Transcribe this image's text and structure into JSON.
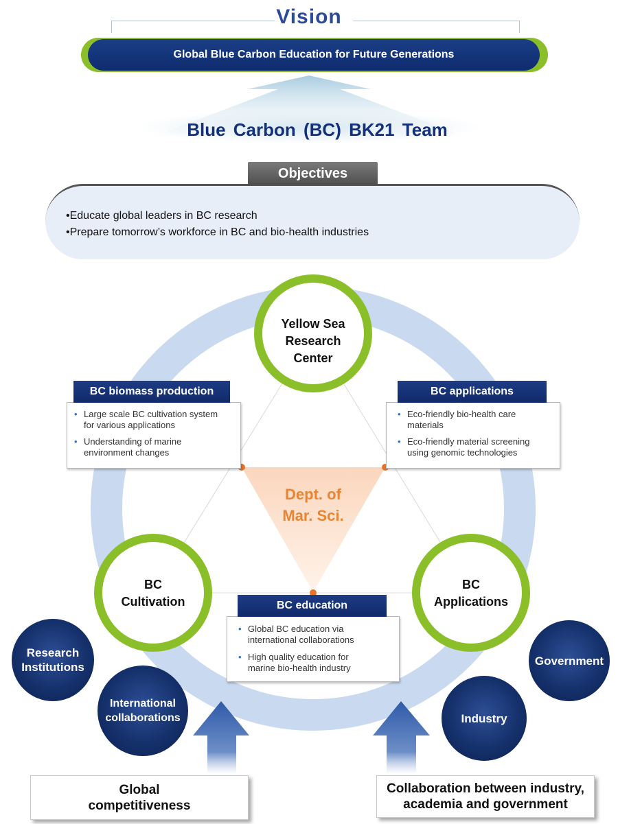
{
  "vision": {
    "title": "Vision",
    "statement": "Global Blue Carbon Education for Future Generations"
  },
  "team": {
    "name": "Blue Carbon (BC) BK21 Team"
  },
  "objectives": {
    "tab_label": "Objectives",
    "items": [
      "•Educate global leaders in BC research",
      "•Prepare tomorrow’s workforce in BC and bio-health industries"
    ]
  },
  "hubs": {
    "top": [
      "Yellow Sea",
      "Research",
      "Center"
    ],
    "left": [
      "BC",
      "Cultivation"
    ],
    "right": [
      "BC",
      "Applications"
    ]
  },
  "center": {
    "label_lines": [
      "Dept. of",
      "Mar. Sci."
    ]
  },
  "sections": {
    "biomass": {
      "header": "BC biomass production",
      "bullets": [
        [
          "Large scale BC cultivation system",
          "for various applications"
        ],
        [
          "Understanding of marine",
          "environment changes"
        ]
      ]
    },
    "applications": {
      "header": "BC applications",
      "bullets": [
        [
          "Eco-friendly bio-health care",
          "materials"
        ],
        [
          "Eco-friendly material screening",
          "using genomic technologies"
        ]
      ]
    },
    "education": {
      "header": "BC education",
      "bullets": [
        [
          "Global BC education via",
          "international collaborations"
        ],
        [
          "High quality education for",
          "marine bio-health industry"
        ]
      ]
    }
  },
  "partners": {
    "research_institutions": [
      "Research",
      "Institutions"
    ],
    "international_collaborations": [
      "International",
      "collaborations"
    ],
    "industry": [
      "Industry"
    ],
    "government": [
      "Government"
    ]
  },
  "bottom": {
    "left": [
      "Global",
      "competitiveness"
    ],
    "right": [
      "Collaboration between industry,",
      "academia and government"
    ]
  },
  "colors": {
    "navy": "#13307a",
    "green_ring": "#8bbf2a",
    "orange_text": "#e88532",
    "ring_blue": "#c9d9f0"
  }
}
